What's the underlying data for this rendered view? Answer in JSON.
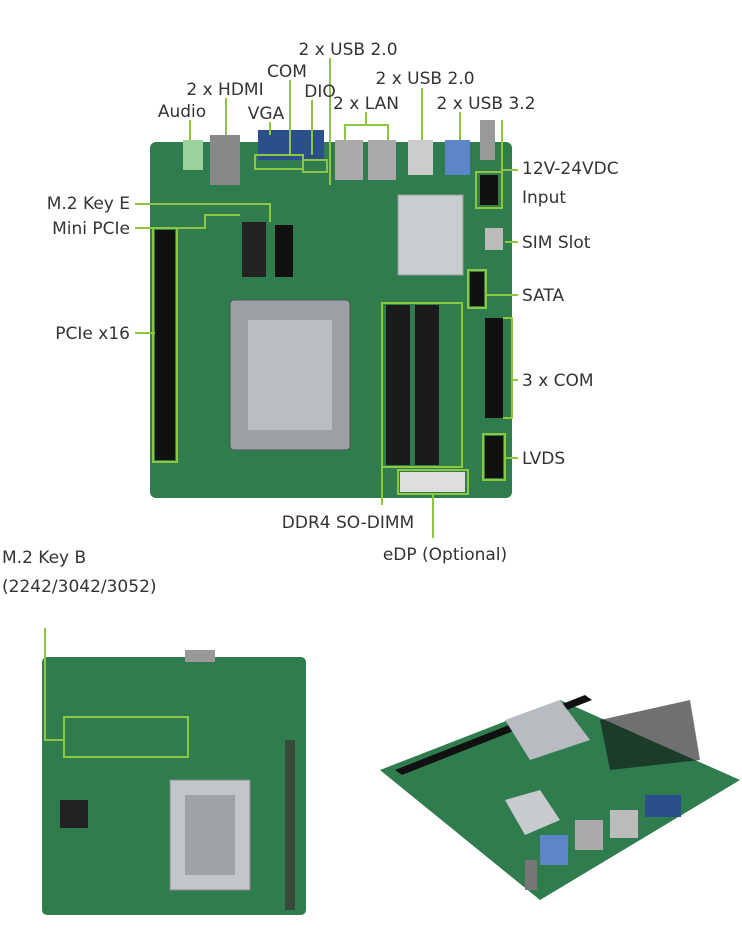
{
  "title": "Motherboard connector layout",
  "labels": {
    "usb20_top": "2 x USB 2.0",
    "com": "COM",
    "hdmi": "2 x HDMI",
    "dio": "DIO",
    "usb20_second": "2 x USB 2.0",
    "audio": "Audio",
    "vga": "VGA",
    "lan": "2 x LAN",
    "usb32": "2 x USB 3.2",
    "power_line1": "12V-24VDC",
    "power_line2": "Input",
    "m2_key_e": "M.2 Key E",
    "mini_pcie": "Mini PCIe",
    "sim_slot": "SIM Slot",
    "sata": "SATA",
    "pcie_x16": "PCIe x16",
    "com3": "3 x COM",
    "lvds": "LVDS",
    "ddr4": "DDR4 SO-DIMM",
    "edp": "eDP (Optional)",
    "m2_key_b_line1": "M.2 Key B",
    "m2_key_b_line2": "(2242/3042/3052)"
  },
  "colors": {
    "board": "#2f7d4f",
    "leader": "#8dc63f",
    "text": "#333333"
  }
}
